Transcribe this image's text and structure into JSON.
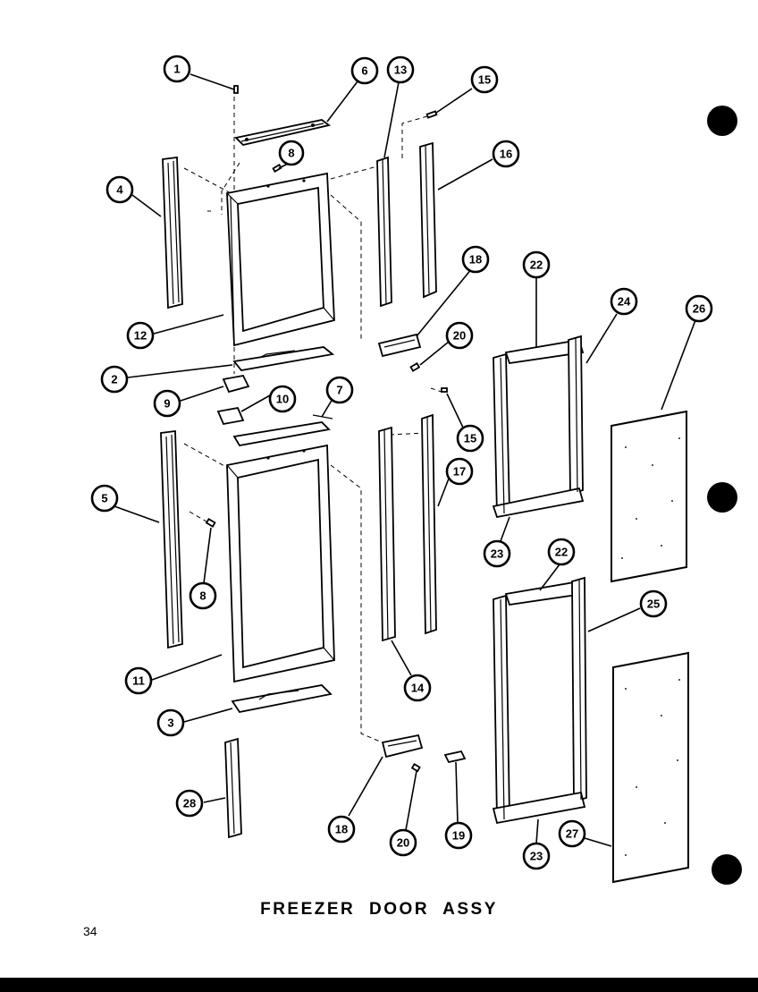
{
  "title": "FREEZER  DOOR ASSY",
  "page_number": "34",
  "callouts": [
    "1",
    "6",
    "8",
    "13",
    "15",
    "16",
    "4",
    "12",
    "18",
    "22",
    "24",
    "26",
    "20",
    "2",
    "9",
    "10",
    "7",
    "15",
    "5",
    "17",
    "23",
    "8",
    "22",
    "25",
    "11",
    "14",
    "3",
    "28",
    "18",
    "20",
    "19",
    "23",
    "27"
  ]
}
